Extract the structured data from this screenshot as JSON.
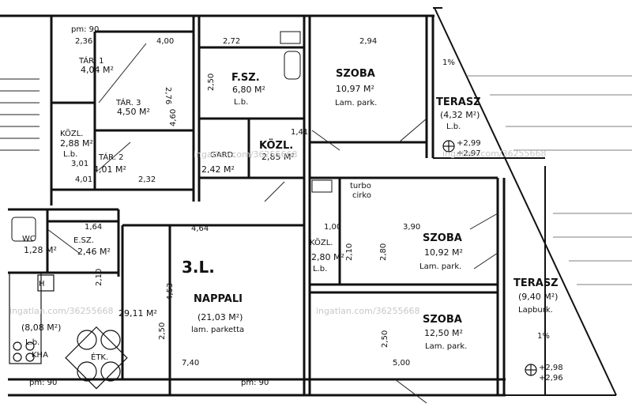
{
  "plan": {
    "unit_label": "3.L.",
    "rooms": {
      "nappali": {
        "name": "NAPPALI",
        "area": "(21,03 M²)",
        "floor": "lam. parketta"
      },
      "szoba_top": {
        "name": "SZOBA",
        "area": "10,97 M²",
        "floor": "Lam. park."
      },
      "szoba_mid": {
        "name": "SZOBA",
        "area": "10,92 M²",
        "floor": "Lam. park."
      },
      "szoba_bottom": {
        "name": "SZOBA",
        "area": "12,50 M²",
        "floor": "Lam. park."
      },
      "fsz": {
        "name": "F.SZ.",
        "area": "6,80 M²",
        "floor": "L.b."
      },
      "terasz_top": {
        "name": "TERASZ",
        "area": "(4,32 M²)",
        "floor": "L.b."
      },
      "terasz_bottom": {
        "name": "TERASZ",
        "area": "(9,40 M²)",
        "floor": "Lapburk."
      },
      "tar1": {
        "name": "TÁR. 1",
        "area": "4,04 M²"
      },
      "tar2": {
        "name": "TÁR. 2",
        "area": "4,01 M²"
      },
      "tar3": {
        "name": "TÁR. 3",
        "area": "4,50 M²"
      },
      "kozl_left": {
        "name": "KÖZL.",
        "area": "2,88 M²",
        "floor": "L.b."
      },
      "kozl_center": {
        "name": "KÖZL.",
        "area": "2,85 M²"
      },
      "kozl_right": {
        "name": "KÖZL.",
        "area": "2,80 M²",
        "floor": "L.b."
      },
      "garb": {
        "name": "GARD.",
        "area": "2,42 M²"
      },
      "esz": {
        "name": "E.SZ.",
        "area": "2,46 M²"
      },
      "wc": {
        "name": "WC",
        "area": "1,28 M²"
      },
      "kha": {
        "name": "KHA",
        "area": "(8,08 M²)",
        "floor": "L.b."
      },
      "etk": {
        "name": "ÉTK."
      }
    },
    "dimensions": [
      "pm: 90",
      "2,36",
      "4,00",
      "2,72",
      "2,94",
      "2,50",
      "2,76",
      "4,60",
      "4,64",
      "3,90",
      "2,80",
      "2,50",
      "7,40",
      "5,00",
      "29,11 M²",
      "2,32",
      "1,64",
      "1,00",
      "4,53",
      "2,50",
      "pm: 90",
      "pm: 90",
      "1,41",
      "4,01",
      "3,01",
      "2,10",
      "2,10"
    ],
    "level_marks": [
      "+2,99",
      "+2,97",
      "+2,98",
      "+2,96"
    ],
    "slope_marks": [
      "1%",
      "1%"
    ],
    "fixtures": {
      "turbo": "turbo",
      "cirko": "cirko",
      "h": "H"
    },
    "watermarks": [
      "ingatlan.com/36255668",
      "ingatlan.com/36255668",
      "ingatlan.com/36255668",
      "ingatlan.com/36255668"
    ]
  }
}
